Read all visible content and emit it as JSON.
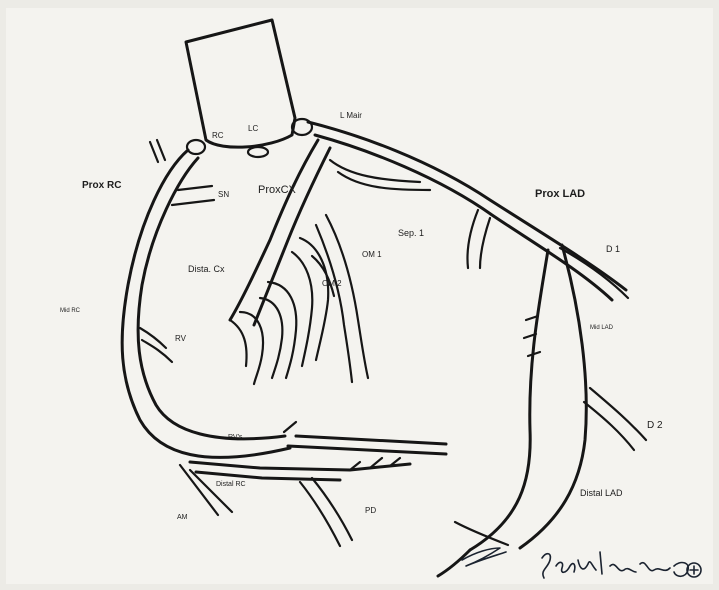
{
  "diagram": {
    "labels": {
      "rcx": "RC",
      "lc": "LC",
      "left_main": "L Mair",
      "prox_rc": "Prox RC",
      "sn": "SN",
      "prox_cx": "ProxCX",
      "prox_lad": "Prox LAD",
      "sep1": "Sep. 1",
      "d1": "D 1",
      "om1": "OM 1",
      "dista_cx": "Dista. Cx",
      "om2": "OM 2",
      "mid_rc": "Mid RC",
      "rv": "RV",
      "mid_lad": "Mid LAD",
      "d2": "D 2",
      "rvs": "RV's",
      "distal_rc": "Distal RC",
      "am": "AM",
      "pd": "PD",
      "distal_lad": "Distal LAD"
    }
  }
}
